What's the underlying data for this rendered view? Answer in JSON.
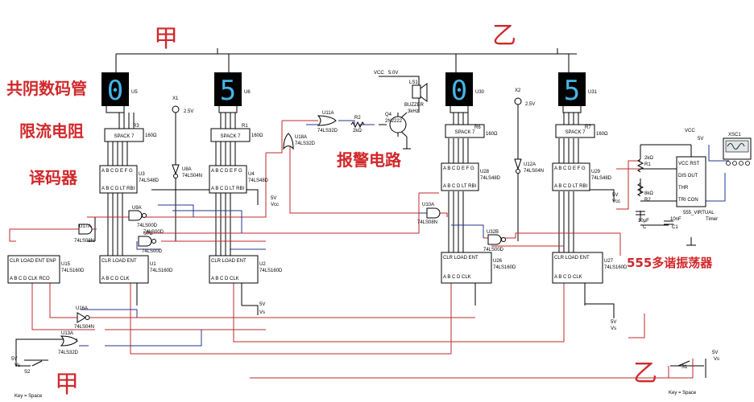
{
  "headings": {
    "jia_top": "甲",
    "yi_top": "乙",
    "jia_bottom": "甲",
    "yi_bottom": "乙",
    "common_cathode_display": "共阴数码管",
    "current_limit_resistor": "限流电阻",
    "decoder": "译码器",
    "alarm_circuit": "报警电路",
    "astable_555": "555多谐振荡器"
  },
  "displays": [
    {
      "ref": "U5",
      "digit": "0"
    },
    {
      "ref": "U6",
      "digit": "5"
    },
    {
      "ref": "U30",
      "digit": "0"
    },
    {
      "ref": "U31",
      "digit": "5"
    }
  ],
  "resistor_packs": [
    {
      "ref": "R3",
      "value": "160Ω",
      "label": "SPACK 7"
    },
    {
      "ref": "R1",
      "value": "160Ω",
      "label": "SPACK 7"
    },
    {
      "ref": "R6",
      "value": "160Ω",
      "label": "SPACK 7"
    },
    {
      "ref": "R7",
      "value": "160Ω",
      "label": "SPACK 7"
    }
  ],
  "decoders": [
    {
      "ref": "U3",
      "part": "74LS48D"
    },
    {
      "ref": "U4",
      "part": "74LS48D"
    },
    {
      "ref": "U28",
      "part": "74LS48D"
    },
    {
      "ref": "U29",
      "part": "74LS48D"
    }
  ],
  "counters": [
    {
      "ref": "U15",
      "part": "74LS160D"
    },
    {
      "ref": "U1",
      "part": "74LS160D"
    },
    {
      "ref": "U2",
      "part": "74LS160D"
    },
    {
      "ref": "U26",
      "part": "74LS160D"
    },
    {
      "ref": "U27",
      "part": "74LS160D"
    }
  ],
  "gates": [
    {
      "ref": "U8A",
      "part": "74LS04N"
    },
    {
      "ref": "U9A",
      "part": "74LS00D"
    },
    {
      "ref": "U9B",
      "part": "74LS00D"
    },
    {
      "ref": "U7B",
      "part": "74LS00D"
    },
    {
      "ref": "U17A",
      "part": "74LS08N"
    },
    {
      "ref": "U16A",
      "part": "74LS04N"
    },
    {
      "ref": "U13A",
      "part": "74LS32D"
    },
    {
      "ref": "U11A",
      "part": "74LS32D"
    },
    {
      "ref": "U18A",
      "part": "74LS32D"
    },
    {
      "ref": "U12A",
      "part": "74LS04N"
    },
    {
      "ref": "U10A",
      "part": "74LS08N"
    },
    {
      "ref": "U32B",
      "part": "74LS00D"
    }
  ],
  "probes": [
    {
      "ref": "X1",
      "value": "2.5V"
    },
    {
      "ref": "X2",
      "value": "2.5V"
    }
  ],
  "alarm": {
    "vcc": "VCC",
    "vcc_value": "5.0V",
    "buzzer_ref": "LS1",
    "buzzer_part": "BUZZER",
    "buzzer_freq": "3kHz",
    "resistor_ref": "R2",
    "resistor_value": "2kΩ",
    "transistor_ref": "Q4",
    "transistor_part": "2N2222"
  },
  "timer": {
    "vcc": "VCC",
    "vcc_value": "5V",
    "chip_label": "555_VIRTUAL",
    "chip_sub": "Timer",
    "r1": "2kΩ",
    "r1_ref": "R1",
    "r2": "8kΩ",
    "r2_ref": "R2",
    "c_value": "10µF",
    "c_ref": "C",
    "c1_value": "10nF",
    "c1_ref": "C1",
    "scope_ref": "XSC1"
  },
  "switches": [
    {
      "ref": "S2",
      "key": "Key = Space",
      "supply": "5V",
      "supply2": "Vs"
    },
    {
      "ref": "S1",
      "key": "Key = Space",
      "supply": "5V",
      "supply2": "Vs"
    }
  ],
  "supplies": [
    {
      "value": "5V",
      "net": "Vcc"
    },
    {
      "value": "5V",
      "net": "Vcc"
    },
    {
      "value": "5V",
      "net": "Vs"
    },
    {
      "value": "5V",
      "net": "Vs"
    }
  ]
}
